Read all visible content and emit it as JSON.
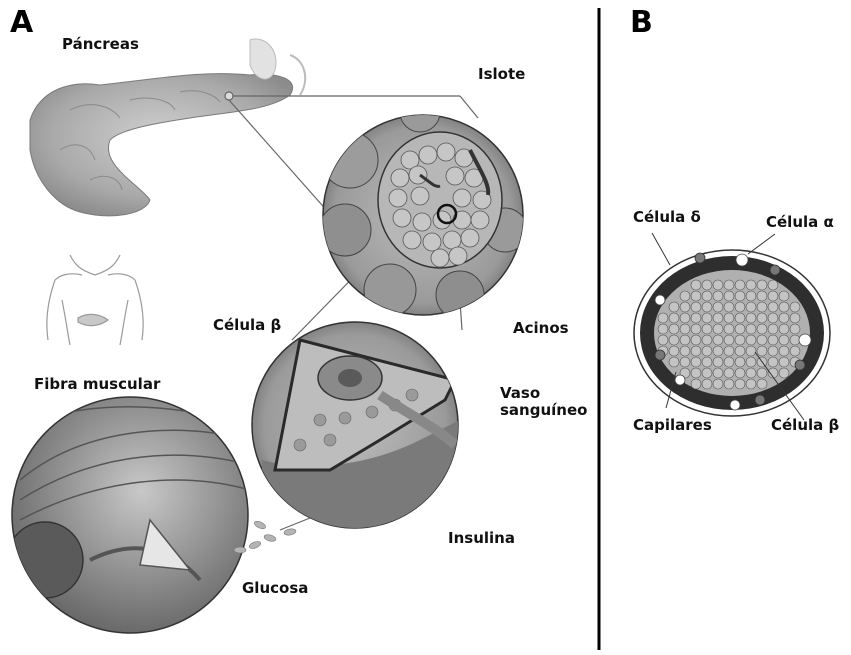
{
  "panels": {
    "a": "A",
    "b": "B"
  },
  "labels_a": {
    "pancreas": "Páncreas",
    "islet": "Islote",
    "acini": "Acinos",
    "beta_cell": "Célula β",
    "muscle_fiber": "Fibra muscular",
    "blood_vessel_line1": "Vaso",
    "blood_vessel_line2": "sanguíneo",
    "insulin": "Insulina",
    "glucose": "Glucosa"
  },
  "labels_b": {
    "delta_cell": "Célula δ",
    "alpha_cell": "Célula α",
    "capillaries": "Capilares",
    "beta_cell": "Célula β"
  },
  "colors": {
    "ink": "#111111",
    "divider": "#000000",
    "tissue_light": "#d8d8d8",
    "tissue_mid": "#a8a8a8",
    "tissue_dark": "#4a4a4a"
  }
}
